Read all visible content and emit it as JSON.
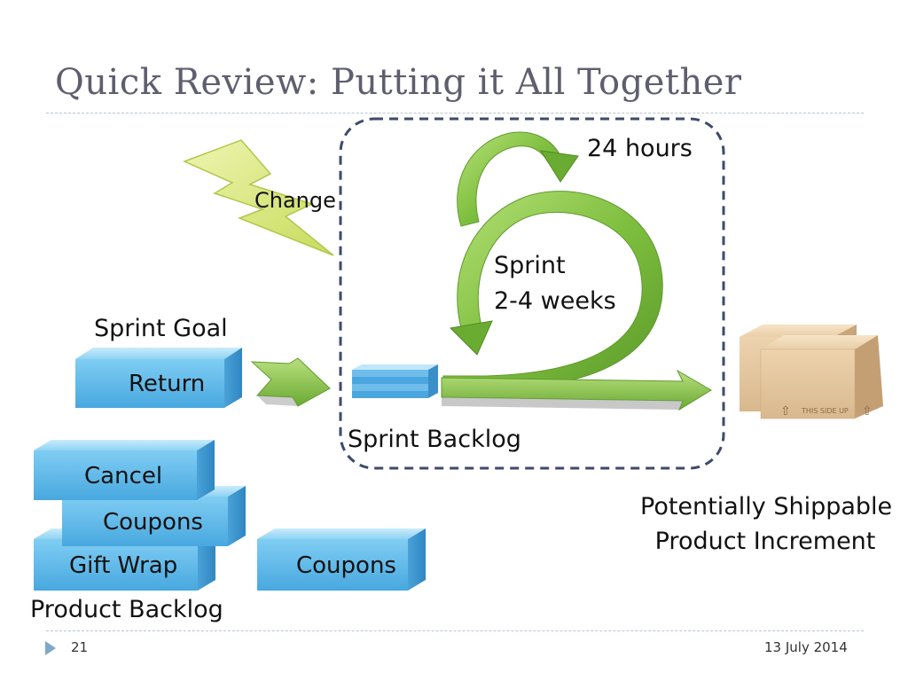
{
  "slide": {
    "title": "Quick Review: Putting it All Together",
    "page_number": "21",
    "date": "13 July 2014"
  },
  "diagram": {
    "change_label": "Change",
    "daily_label": "24 hours",
    "sprint_label_line1": "Sprint",
    "sprint_label_line2": "2-4 weeks",
    "sprint_goal_label": "Sprint Goal",
    "sprint_goal_item": "Return",
    "sprint_backlog_label": "Sprint Backlog",
    "product_backlog_label": "Product Backlog",
    "product_backlog_items": [
      "Cancel",
      "Coupons",
      "Gift Wrap"
    ],
    "extra_backlog_item": "Coupons",
    "increment_label_line1": "Potentially Shippable",
    "increment_label_line2": "Product Increment",
    "box_stamp": "THIS SIDE UP"
  },
  "colors": {
    "title": "#5e5e6e",
    "card_blue": "#5fb6e8",
    "arrow_green": "#7fbf3f",
    "lightning": "#d6e67a",
    "dashed_border": "#3d4a6b",
    "box_tan": "#e6c9a2"
  }
}
